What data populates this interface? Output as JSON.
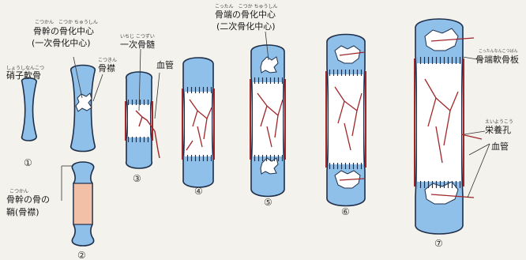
{
  "stage_numbers": [
    "①",
    "②",
    "③",
    "④",
    "⑤",
    "⑥",
    "⑦"
  ],
  "labels": {
    "hyaline_cartilage": "硝子軟骨",
    "hyaline_cartilage_ruby": "しょうしなんこつ",
    "primary_center_line1": "骨幹の骨化中心",
    "primary_center_line2": "(一次骨化中心)",
    "primary_center_ruby": "こつかん　こつか ちゅうしん",
    "periosteum": "骨襟",
    "periosteum_ruby": "こつきん",
    "primary_marrow": "一次骨髄",
    "primary_marrow_ruby": "いちじ こつずい",
    "blood_vessel": "血管",
    "epiphysis_center_line1": "骨端の骨化中心",
    "epiphysis_center_line2": "(二次骨化中心)",
    "epiphysis_center_ruby": "こったん　こつか ちゅうしん",
    "sheath_line1": "骨幹の骨の",
    "sheath_line2": "鞘(骨襟)",
    "sheath_ruby": "こつかん",
    "epiphyseal_plate": "骨端軟骨板",
    "epiphyseal_plate_ruby": "こったんなんこつばん",
    "nutrient_foramen": "栄養孔",
    "nutrient_foramen_ruby": "えいようこう",
    "blood_vessels_right": "血管"
  },
  "colors": {
    "cartilage": "#8fc0ea",
    "sheath": "#f2c0a6",
    "vessel": "#a1262a",
    "outline": "#1f2f4a"
  }
}
